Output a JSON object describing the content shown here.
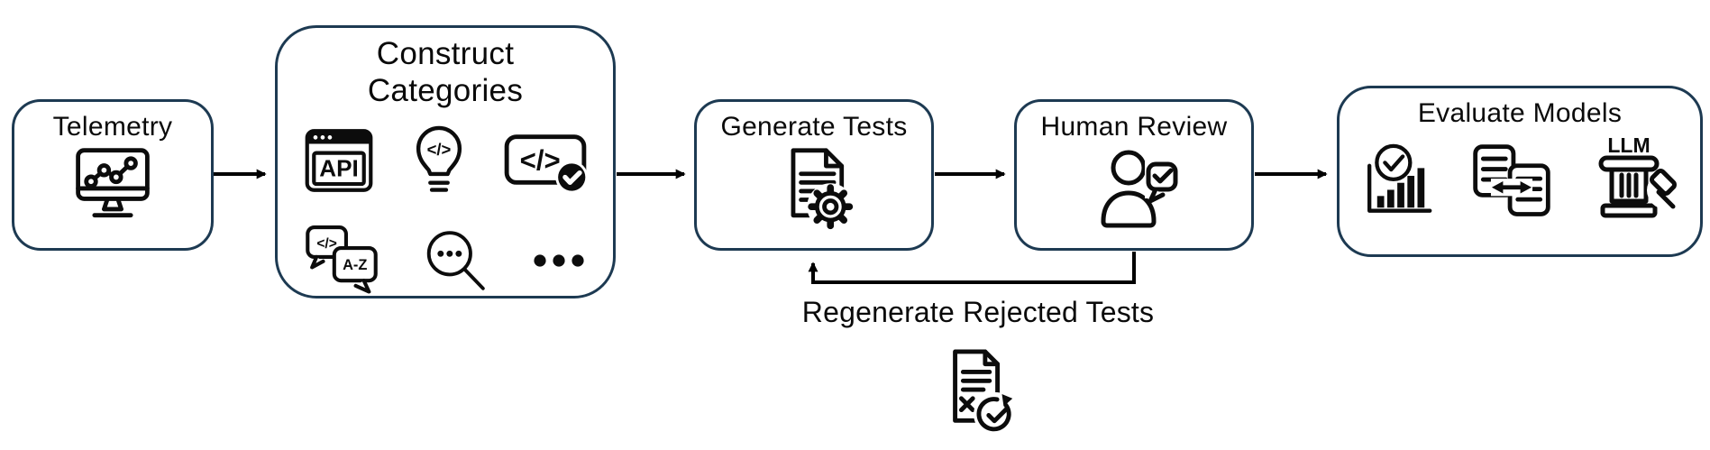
{
  "diagram": {
    "type": "pipeline-flowchart",
    "background": "#ffffff",
    "box_border_color": "#1d3a52",
    "box_fill_color": "#ffffff",
    "arrow_color": "#000000",
    "icon_color": "#0c0c0c"
  },
  "nodes": {
    "telemetry": {
      "label": "Telemetry",
      "icons": [
        "monitor-chart-icon"
      ]
    },
    "construct": {
      "label_line1": "Construct",
      "label_line2": "Categories",
      "icons": [
        "api-window-icon",
        "bulb-code-icon",
        "code-check-icon",
        "code-language-bubbles-icon",
        "search-more-icon",
        "ellipsis-icon"
      ]
    },
    "generate": {
      "label": "Generate Tests",
      "icons": [
        "document-gear-icon"
      ]
    },
    "review": {
      "label": "Human Review",
      "icons": [
        "person-approve-icon"
      ]
    },
    "evaluate": {
      "label": "Evaluate Models",
      "icons": [
        "chart-check-icon",
        "documents-compare-icon",
        "llm-judge-gavel-icon"
      ]
    }
  },
  "connections": {
    "flow": [
      "telemetry→construct",
      "construct→generate",
      "generate→review",
      "review→evaluate"
    ],
    "feedback_label": "Regenerate Rejected Tests",
    "feedback_icon": "document-reject-regenerate-icon"
  },
  "icon_texts": {
    "api": "API",
    "code_bulb": "</>",
    "code_card": "</>",
    "code_bubble": "</>",
    "az_bubble": "A-Z",
    "llm": "LLM"
  }
}
